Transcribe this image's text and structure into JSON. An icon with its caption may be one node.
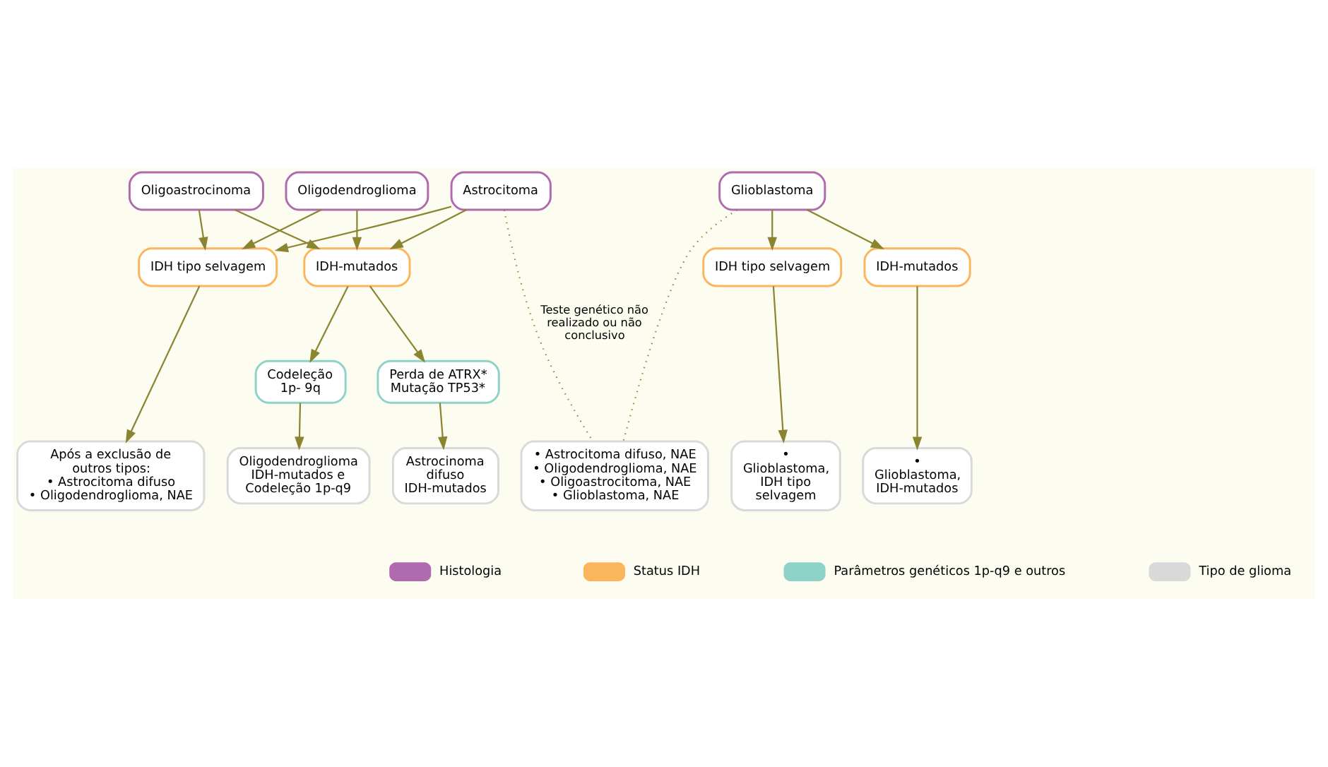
{
  "diagram": {
    "nodes": [
      {
        "text": [
          "Astrocitoma"
        ]
      },
      {
        "text": [
          "Oligoastrocinoma"
        ]
      },
      {
        "text": [
          "Oligodendroglioma"
        ]
      },
      {
        "text": [
          "Glioblastoma"
        ]
      },
      {
        "text": [
          "IDH-mutados"
        ]
      },
      {
        "text": [
          "IDH tipo selvagem"
        ]
      },
      {
        "text": [
          "IDH-mutados"
        ]
      },
      {
        "text": [
          "IDH tipo selvagem"
        ]
      },
      {
        "text": [
          "Perda de ATRX* Mutação TP53*"
        ]
      },
      {
        "text": [
          "Codeleção 1p- 9q"
        ]
      },
      {
        "text": [
          "Astrocinoma difuso IDH-mutados"
        ]
      },
      {
        "text": [
          "Oligodendroglioma IDH-mutados e Codeleção 1p-q9"
        ]
      },
      {
        "text": [
          "Após a exclusão de outros tipos:",
          "• Astrocitoma difuso",
          "• Oligodendroglioma, NAE"
        ]
      },
      {
        "text": [
          "• Astrocitoma difuso, NAE",
          "• Oligodendroglioma, NAE",
          "• Oligoastrocitoma, NAE",
          "• Glioblastoma, NAE"
        ]
      },
      {
        "text": [
          "• Glioblastoma, IDH-mutados"
        ]
      },
      {
        "text": [
          "• Glioblastoma, IDH tipo selvagem"
        ]
      }
    ],
    "edges": [
      {
        "from": 0,
        "to": 4,
        "arrow": "to"
      },
      {
        "from": 1,
        "to": 4,
        "arrow": "to"
      },
      {
        "from": 2,
        "to": 4,
        "arrow": "to"
      },
      {
        "from": 0,
        "to": 5,
        "arrow": "to"
      },
      {
        "from": 1,
        "to": 5,
        "arrow": "to"
      },
      {
        "from": 2,
        "to": 5,
        "arrow": "to"
      },
      {
        "from": 0,
        "to": 13,
        "arrow": "none",
        "style": "dashed",
        "label": "Teste genético não realizado ou não conclusivo"
      },
      {
        "from": 3,
        "to": 13,
        "arrow": "none",
        "style": "dashed"
      },
      {
        "from": 3,
        "to": 6,
        "arrow": "to"
      },
      {
        "from": 3,
        "to": 7,
        "arrow": "to"
      },
      {
        "from": 4,
        "to": 8,
        "arrow": "to"
      },
      {
        "from": 4,
        "to": 9,
        "arrow": "to"
      },
      {
        "from": 8,
        "to": 10,
        "arrow": "to"
      },
      {
        "from": 9,
        "to": 11,
        "arrow": "to"
      },
      {
        "from": 5,
        "to": 12,
        "arrow": "to"
      },
      {
        "from": 6,
        "to": 14,
        "arrow": "to"
      },
      {
        "from": 7,
        "to": 15,
        "arrow": "to"
      }
    ],
    "legend": [
      {
        "text": "Histologia",
        "color": "#b06aae"
      },
      {
        "text": "Status IDH",
        "color": "#fbb55c"
      },
      {
        "text": "Parâmetros genéticos 1p-q9 e outros",
        "color": "#8dd3c7"
      },
      {
        "text": "Tipo de glioma",
        "color": "#d9d9d9"
      }
    ]
  }
}
